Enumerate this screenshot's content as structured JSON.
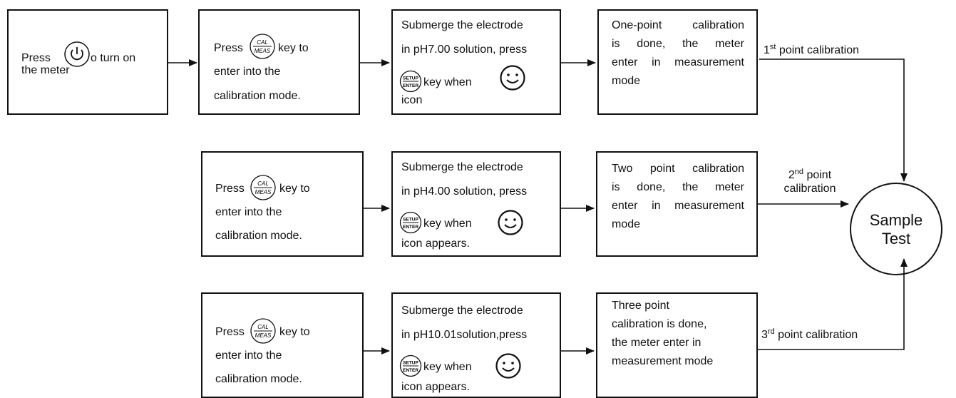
{
  "row1": {
    "box1": {
      "press": "Press",
      "rest": "o turn on",
      "line2": "the meter"
    },
    "box2": {
      "press": "Press",
      "key_to": "key to",
      "line2": "enter into the",
      "line3": "calibration mode."
    },
    "box3": {
      "line1": "Submerge the electrode",
      "line2": "in pH7.00 solution, press",
      "key_when": "key when",
      "line4": "icon"
    },
    "box4": {
      "line1": "One-point  calibration",
      "line2": "is  done,  the  meter",
      "line3": "enter in measurement",
      "line4": "mode"
    },
    "label": {
      "num": "1",
      "sup": "st",
      "rest": " point calibration"
    }
  },
  "row2": {
    "box2": {
      "press": "Press",
      "key_to": "key to",
      "line2": "enter into the",
      "line3": "calibration mode."
    },
    "box3": {
      "line1": "Submerge the electrode",
      "line2": "in pH4.00 solution, press",
      "key_when": "key when",
      "line4": "icon appears."
    },
    "box4": {
      "line1": "Two  point  calibration",
      "line2": "is  done,  the  meter",
      "line3": "enter in measurement",
      "line4": "mode"
    },
    "label": {
      "num": "2",
      "sup": "nd",
      "rest1": " point",
      "line2": "calibration"
    }
  },
  "row3": {
    "box2": {
      "press": "Press",
      "key_to": "key to",
      "line2": "enter into the",
      "line3": "calibration mode."
    },
    "box3": {
      "line1": "Submerge the electrode",
      "line2": "in pH10.01solution,press",
      "key_when": "key when",
      "line4": "icon appears."
    },
    "box4": {
      "line1": "Three point",
      "line2": "calibration is done,",
      "line3": "the meter enter in",
      "line4": "measurement mode"
    },
    "label": {
      "num": "3",
      "sup": "rd",
      "rest": " point calibration"
    }
  },
  "sample_test": {
    "line1": "Sample",
    "line2": "Test"
  },
  "icons": {
    "cal_meas_top": "CAL",
    "cal_meas_bottom": "MEAS",
    "setup_top": "SETUP",
    "setup_bottom": "ENTER",
    "power": "power-icon",
    "smiley": "smiley-icon"
  },
  "colors": {
    "line": "#111111",
    "background": "#ffffff"
  }
}
